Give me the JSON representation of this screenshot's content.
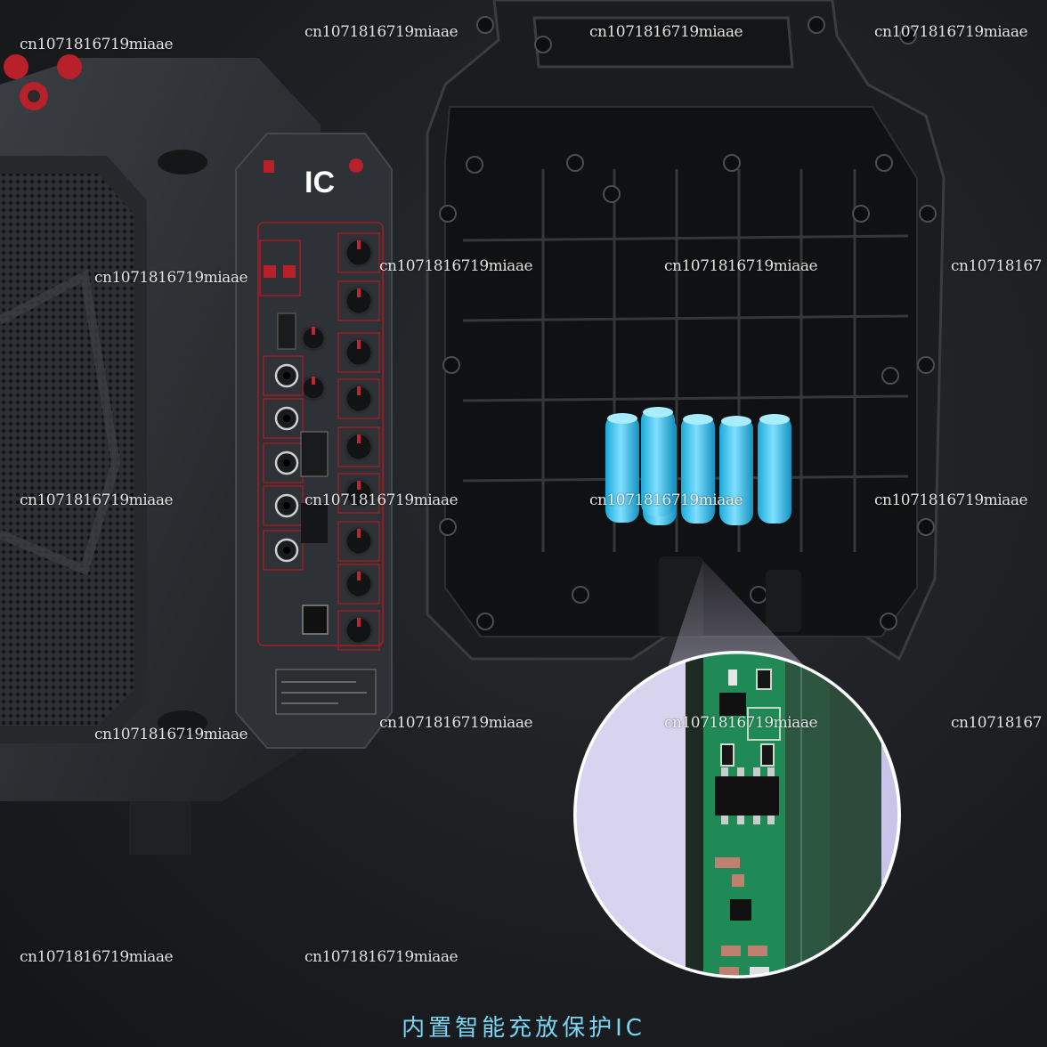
{
  "caption": "内置智能充放保护IC",
  "watermarks": [
    "cn1071816719miaae",
    "cn1071816719miaae",
    "cn1071816719miaae",
    "cn1071816719miaae",
    "cn1071816719miaae",
    "cn10718167",
    "cn1071816719miaae",
    "cn1071816719miaae",
    "cn1071816719miaae",
    "cn1071816719miaae",
    "cn1071816719miaae",
    "cn1071816719miaae",
    "cn1071816719miaae",
    "cn10718167",
    "cn1071816719miaae",
    "cn1071816719miaae",
    "cn1071816719miaae",
    "cn1071816719miaae"
  ],
  "panel_logo": "IC"
}
